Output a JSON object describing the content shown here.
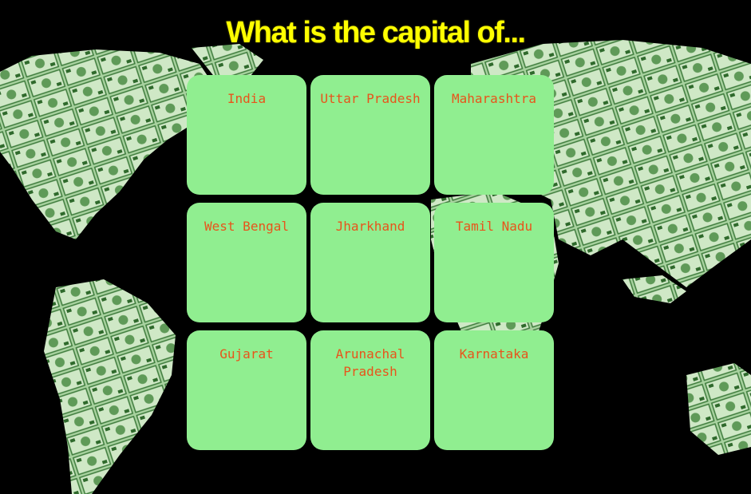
{
  "title": "What is the capital of...",
  "colors": {
    "background": "#000000",
    "title": "#ffff00",
    "tile": "#90ee90",
    "tile_text": "#e8541b",
    "map_fill": "#7fb87a"
  },
  "tiles": [
    {
      "label": "India"
    },
    {
      "label": "Uttar Pradesh"
    },
    {
      "label": "Maharashtra"
    },
    {
      "label": "West Bengal"
    },
    {
      "label": "Jharkhand"
    },
    {
      "label": "Tamil Nadu"
    },
    {
      "label": "Gujarat"
    },
    {
      "label": "Arunachal Pradesh"
    },
    {
      "label": "Karnataka"
    }
  ]
}
